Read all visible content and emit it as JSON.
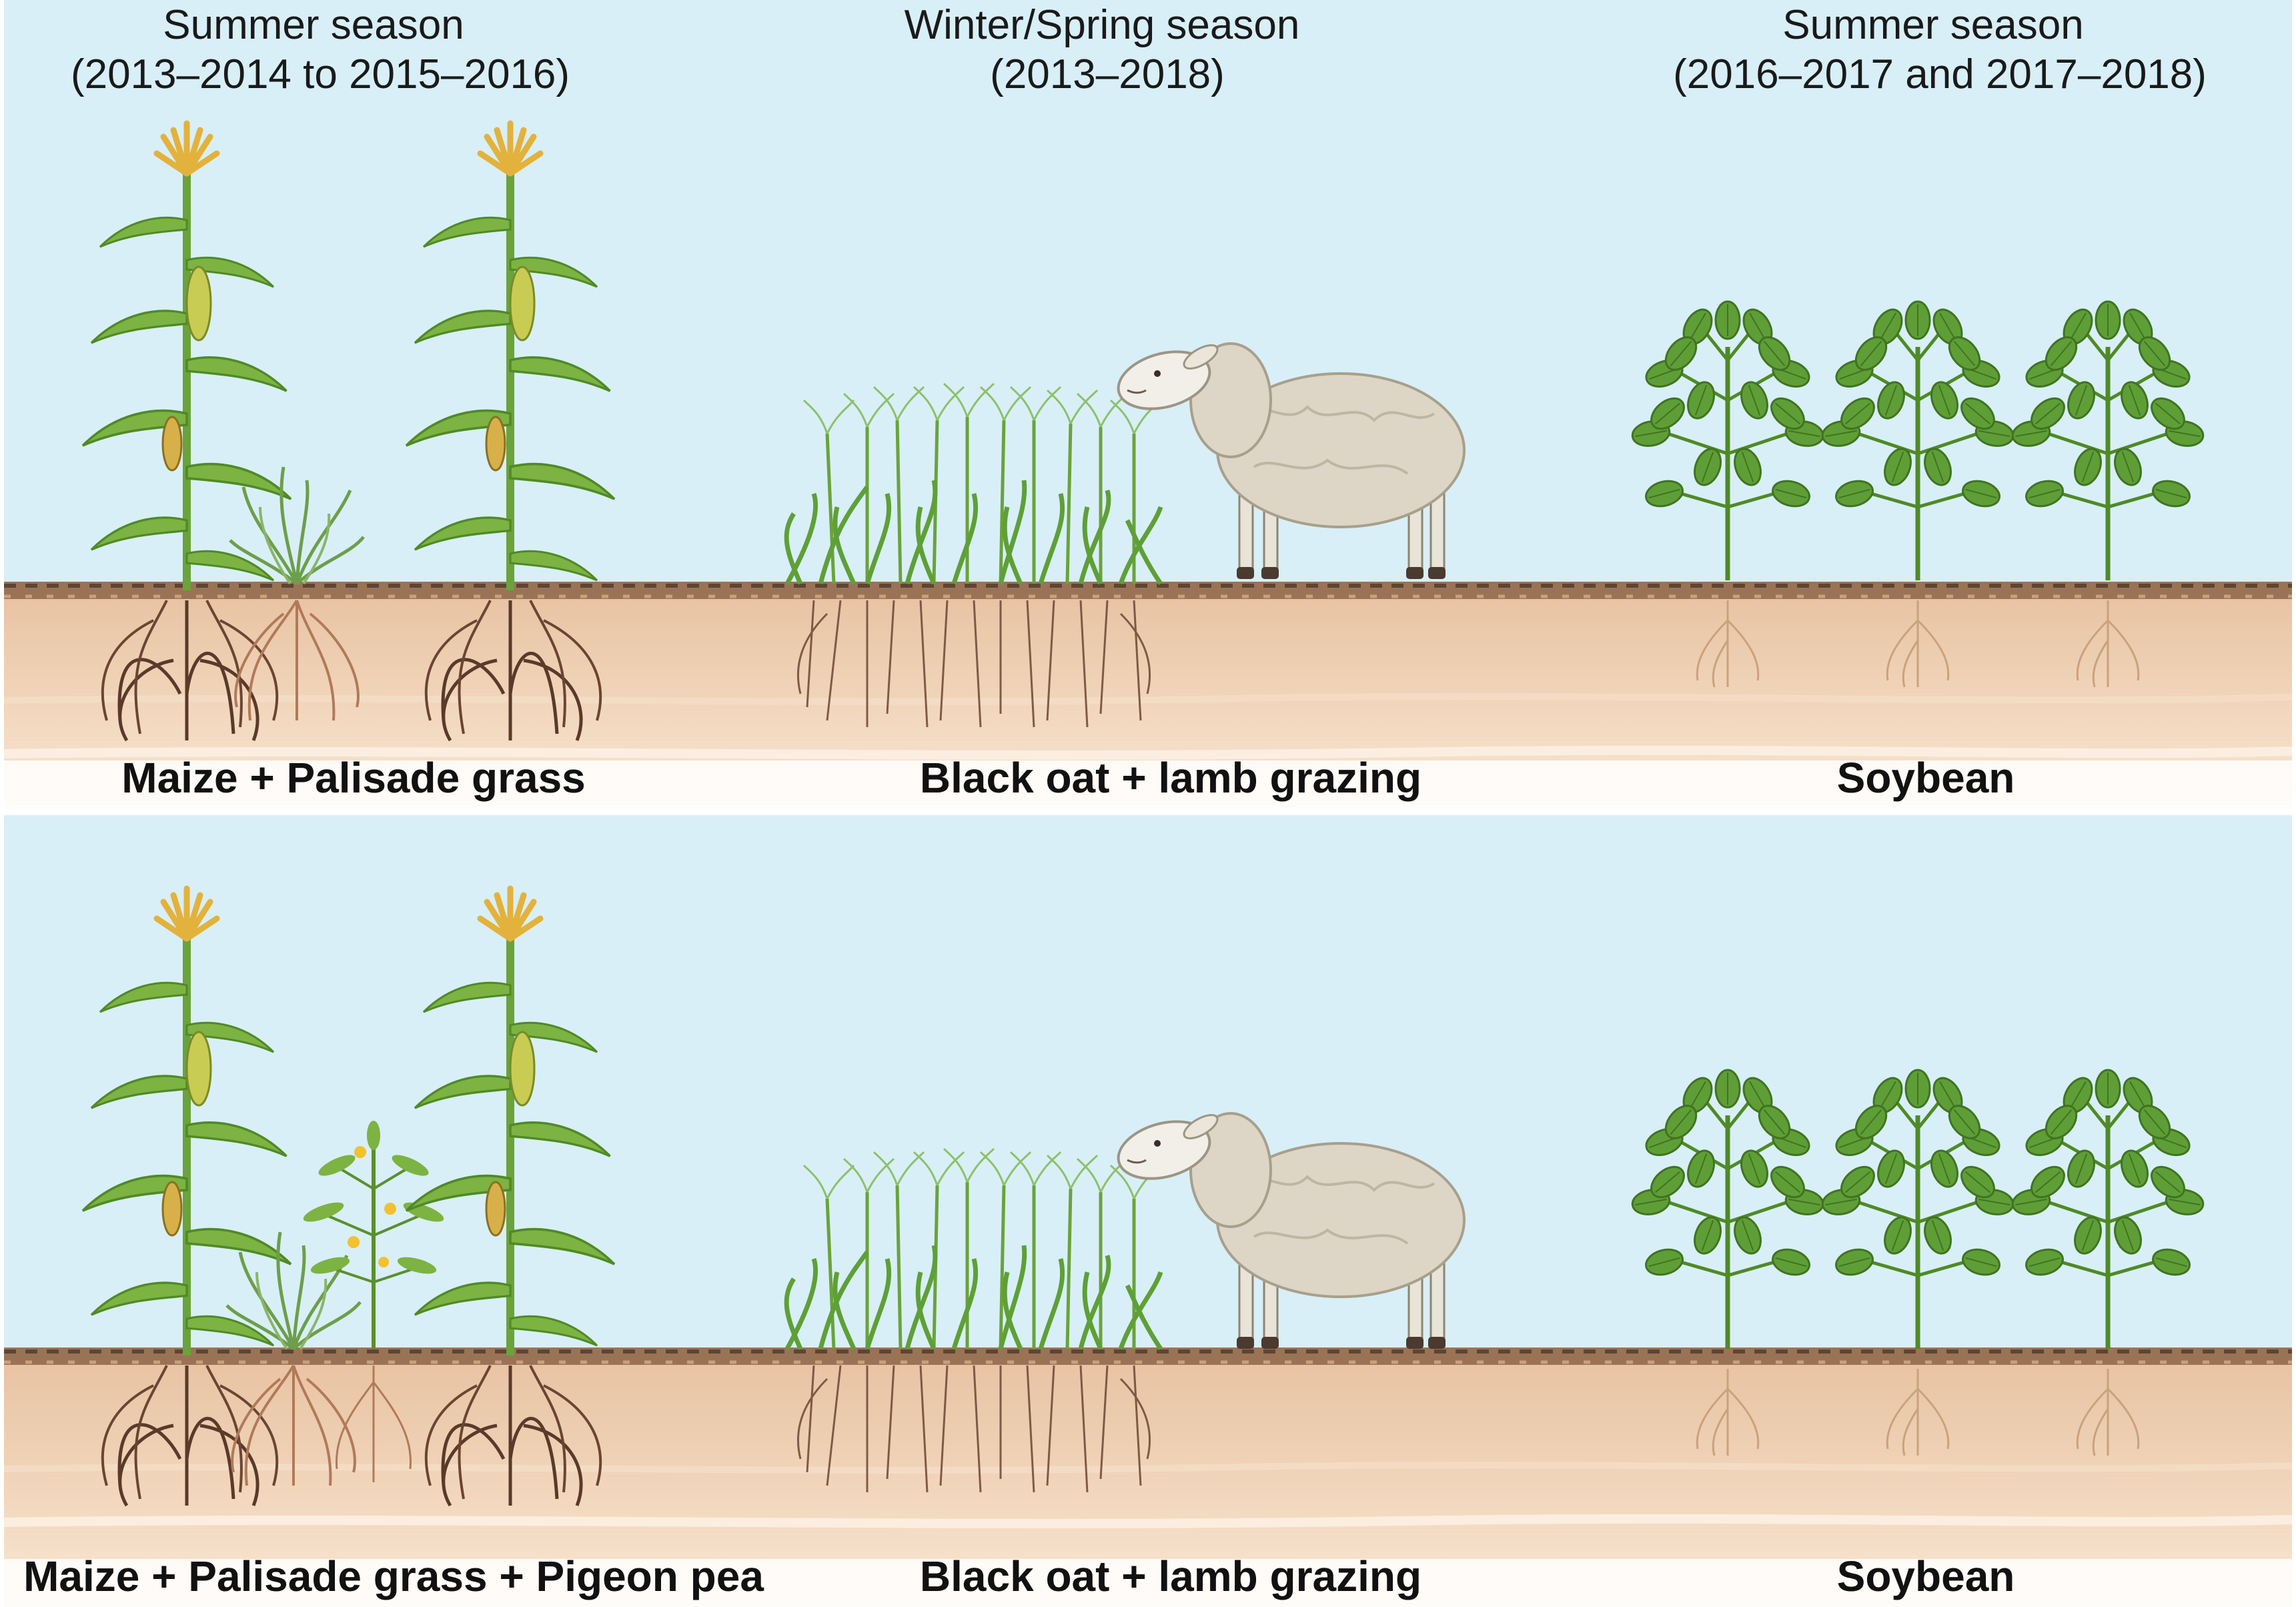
{
  "headers": [
    {
      "line1": "Summer season",
      "line2": "(2013–2014 to 2015–2016)"
    },
    {
      "line1": "Winter/Spring season",
      "line2": "(2013–2018)"
    },
    {
      "line1": "Summer season",
      "line2": "(2016–2017 and 2017–2018)"
    }
  ],
  "panels": [
    {
      "labels": [
        "Maize + Palisade grass",
        "Black oat + lamb grazing",
        "Soybean"
      ]
    },
    {
      "labels": [
        "Maize + Palisade grass + Pigeon pea",
        "Black oat + lamb grazing",
        "Soybean"
      ]
    }
  ],
  "colors": {
    "sky": "#d8eff7",
    "soil_top": "#e9c4a4",
    "soil_bottom": "#f6e3cf",
    "litter": "#8a6a50",
    "plant_green": "#6fae3c",
    "tassel": "#e3b23c",
    "root_dark": "#5a3a2a",
    "sheep_wool": "#ddd6c6"
  },
  "icons": [
    "maize-plant-icon",
    "palisade-grass-icon",
    "pigeon-pea-icon",
    "black-oat-icon",
    "lamb-icon",
    "soybean-plant-icon"
  ]
}
